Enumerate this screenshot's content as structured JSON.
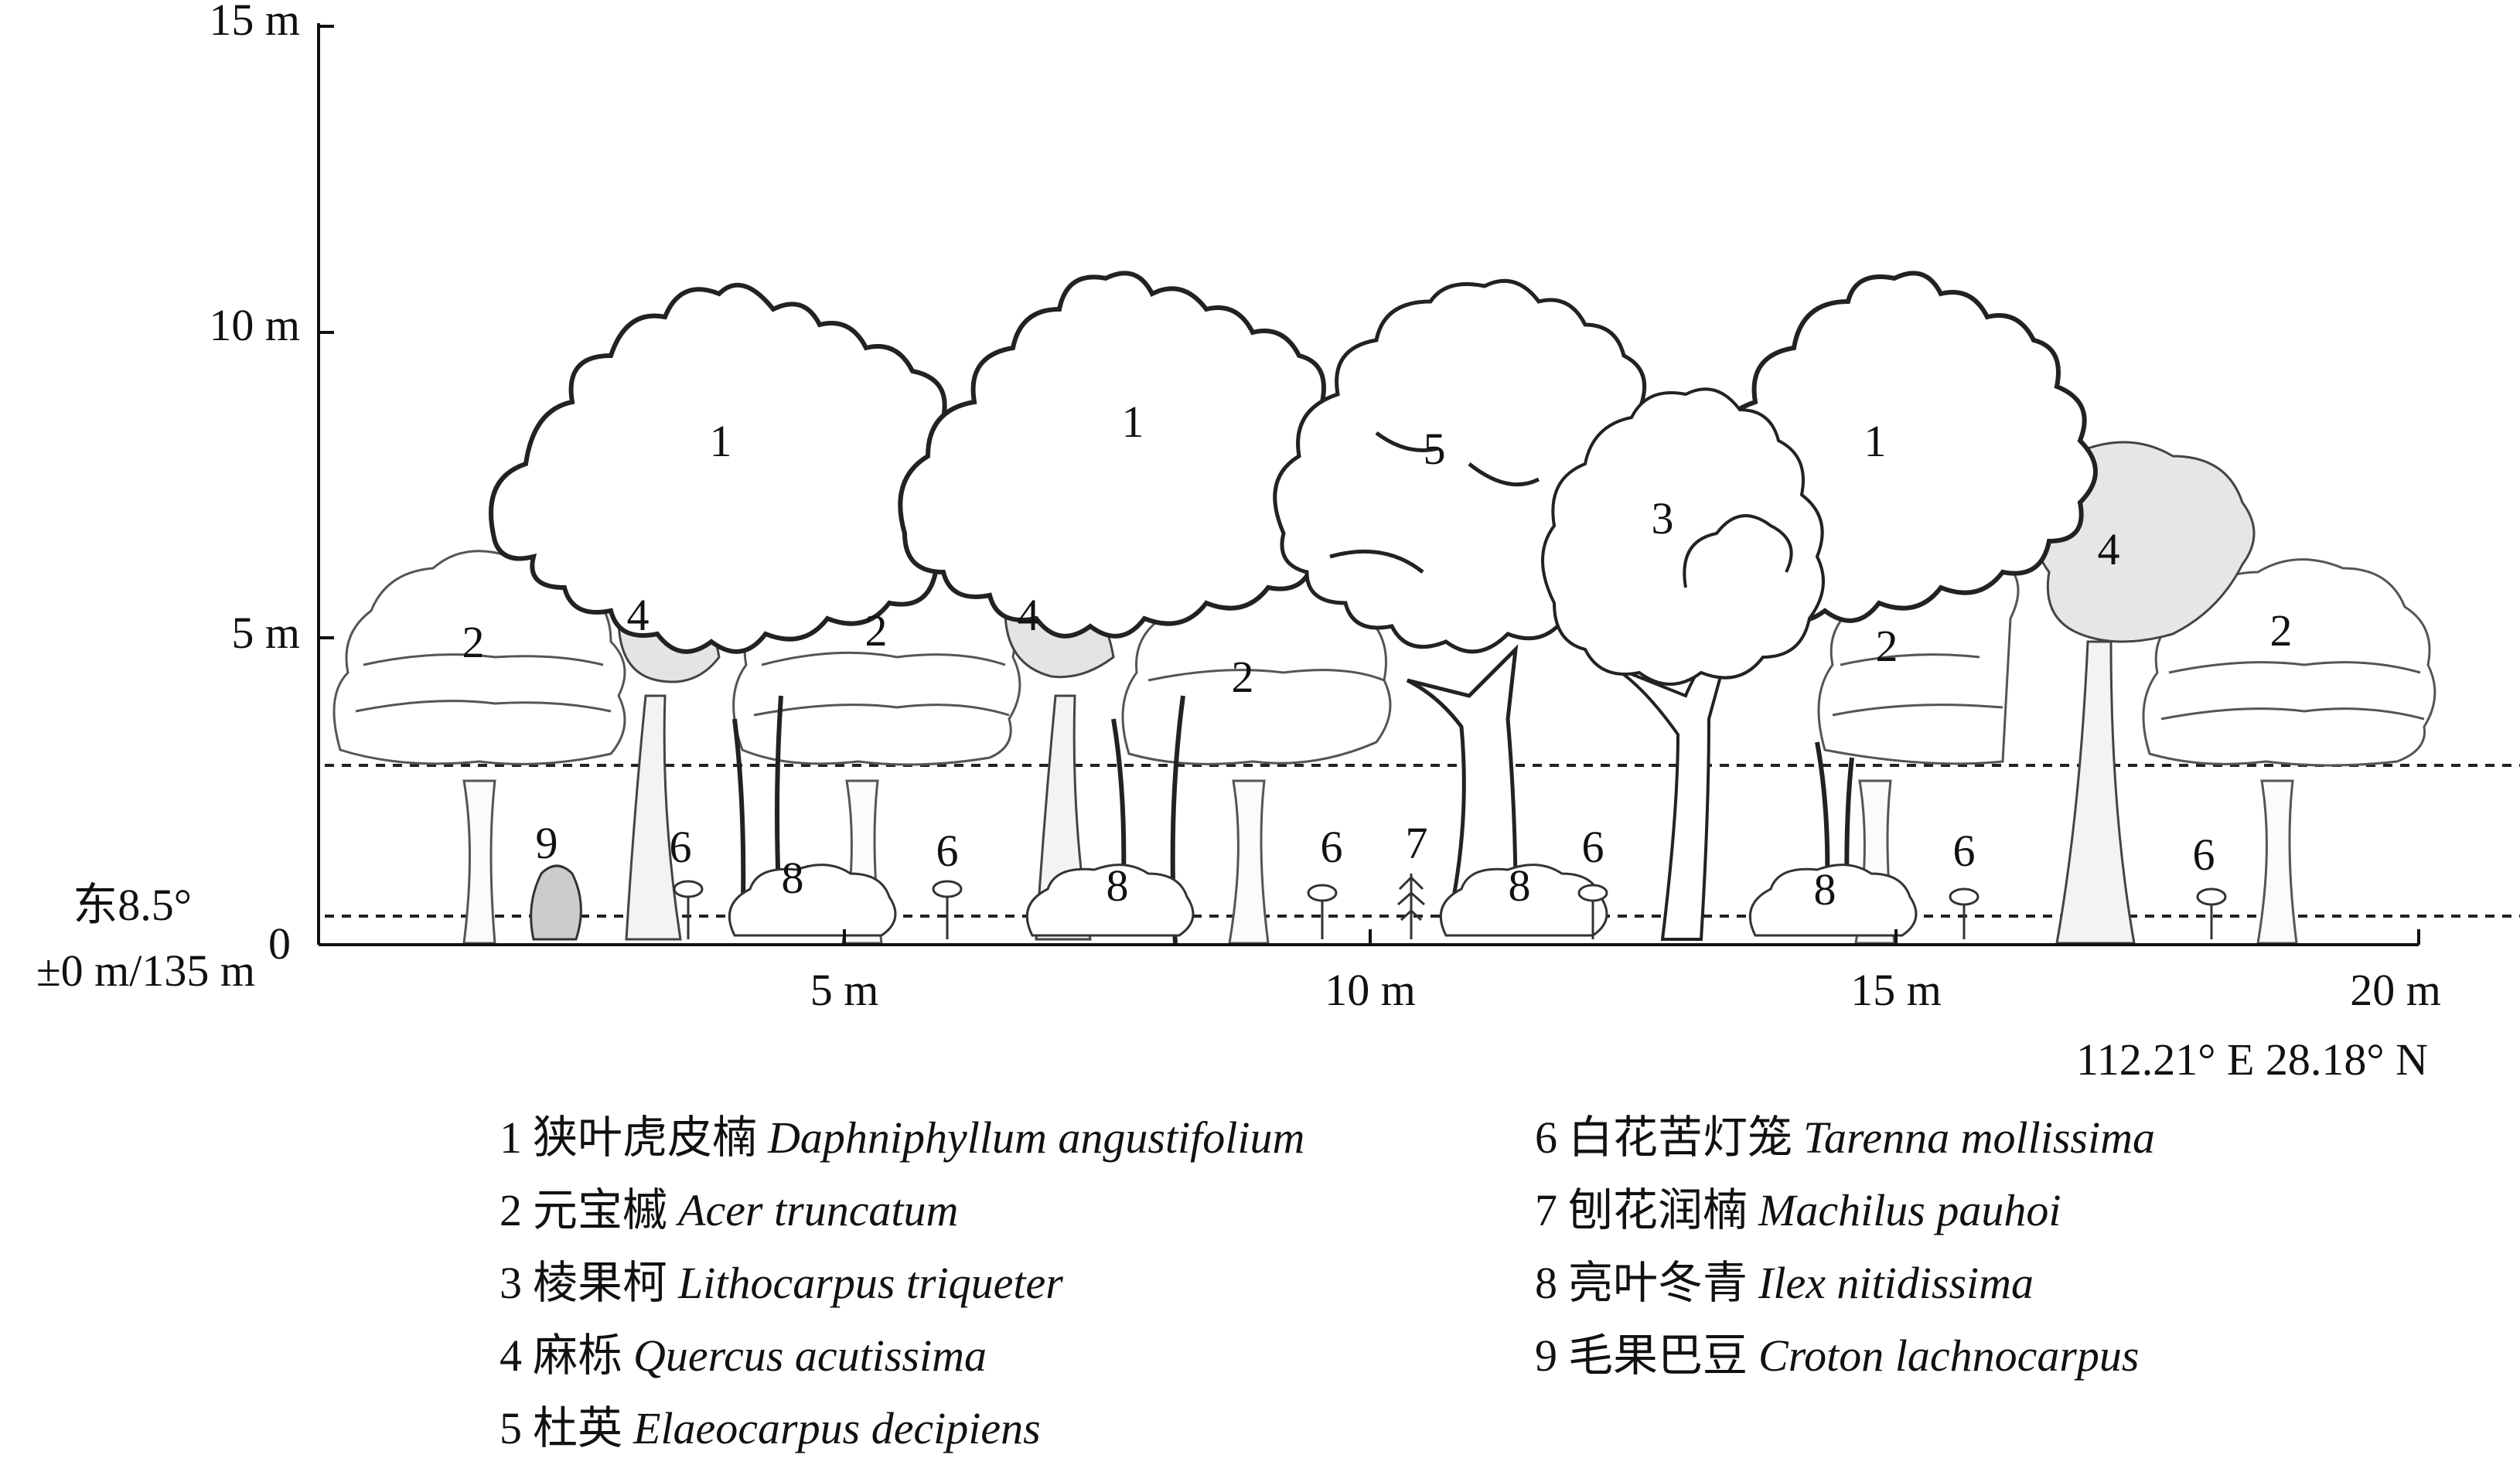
{
  "axes": {
    "y_ticks": [
      "15 m",
      "10 m",
      "5 m",
      "0"
    ],
    "x_ticks": [
      "5 m",
      "10 m",
      "15 m",
      "20 m"
    ],
    "aspect_label": "东8.5°",
    "position_label": "±0 m/135 m",
    "coordinates": "112.21° E  28.18° N"
  },
  "tree_labels": {
    "t1a": "1",
    "t1b": "1",
    "t1c": "1",
    "t2a": "2",
    "t2b": "2",
    "t2c": "2",
    "t2d": "2",
    "t2e": "2",
    "t3": "3",
    "t4a": "4",
    "t4b": "4",
    "t4c": "4",
    "t5": "5",
    "s6a": "6",
    "s6b": "6",
    "s6c": "6",
    "s6d": "6",
    "s6e": "6",
    "s6f": "6",
    "s7": "7",
    "s8a": "8",
    "s8b": "8",
    "s8c": "8",
    "s8d": "8",
    "s9": "9"
  },
  "legend": [
    {
      "num": "1",
      "cn": "狭叶虎皮楠",
      "latin": "Daphniphyllum angustifolium"
    },
    {
      "num": "2",
      "cn": "元宝槭",
      "latin": "Acer truncatum"
    },
    {
      "num": "3",
      "cn": "棱果柯",
      "latin": "Lithocarpus triqueter"
    },
    {
      "num": "4",
      "cn": "麻栎",
      "latin": "Quercus acutissima"
    },
    {
      "num": "5",
      "cn": "杜英",
      "latin": "Elaeocarpus decipiens"
    },
    {
      "num": "6",
      "cn": "白花苦灯笼",
      "latin": "Tarenna mollissima"
    },
    {
      "num": "7",
      "cn": "刨花润楠",
      "latin": "Machilus pauhoi"
    },
    {
      "num": "8",
      "cn": "亮叶冬青",
      "latin": "Ilex nitidissima"
    },
    {
      "num": "9",
      "cn": "毛果巴豆",
      "latin": "Croton lachnocarpus"
    }
  ]
}
